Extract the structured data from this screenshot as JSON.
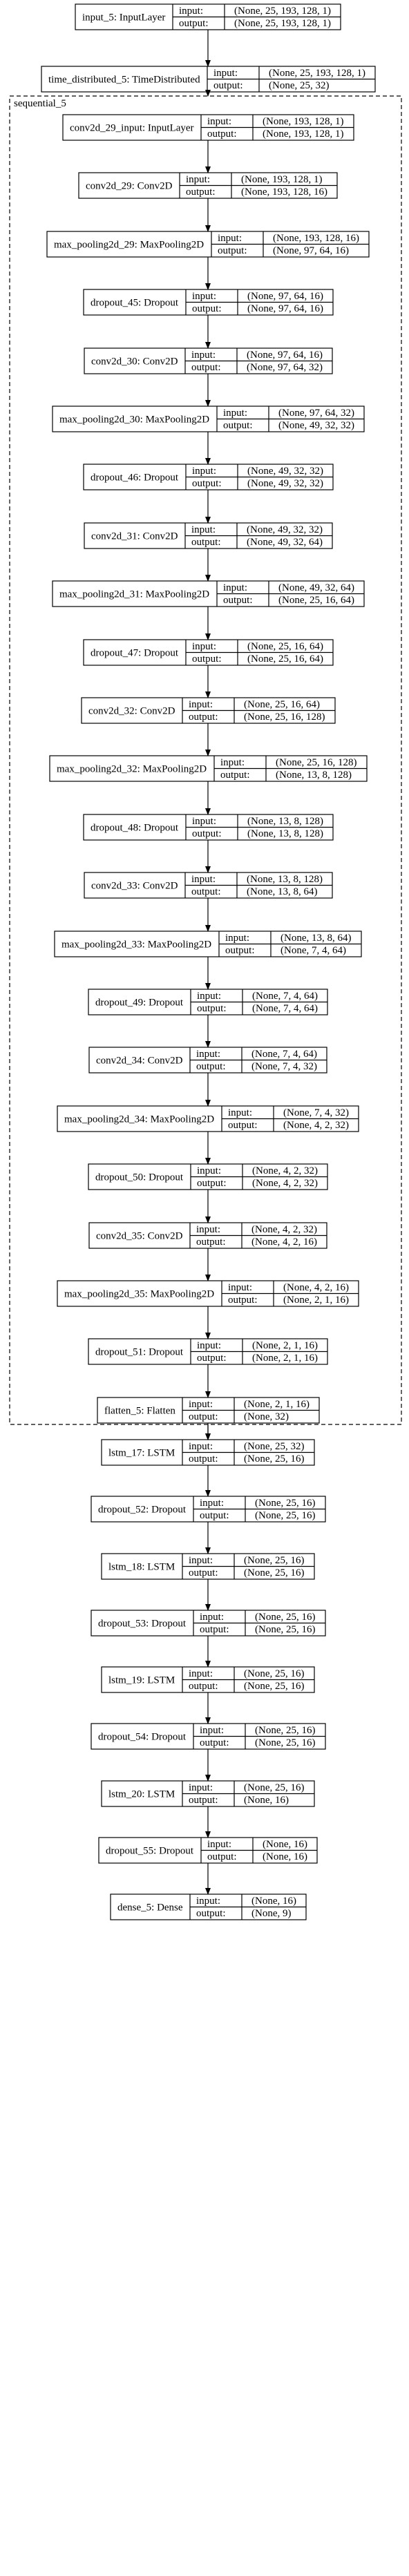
{
  "diagram": {
    "cluster_label": "sequential_5",
    "port_input_label": "input:",
    "port_output_label": "output:",
    "outer_before": [
      {
        "name": "input_5: InputLayer",
        "input": "(None, 25, 193, 128, 1)",
        "output": "(None, 25, 193, 128, 1)"
      },
      {
        "name": "time_distributed_5: TimeDistributed",
        "input": "(None, 25, 193, 128, 1)",
        "output": "(None, 25, 32)"
      }
    ],
    "inner": [
      {
        "name": "conv2d_29_input: InputLayer",
        "input": "(None, 193, 128, 1)",
        "output": "(None, 193, 128, 1)"
      },
      {
        "name": "conv2d_29: Conv2D",
        "input": "(None, 193, 128, 1)",
        "output": "(None, 193, 128, 16)"
      },
      {
        "name": "max_pooling2d_29: MaxPooling2D",
        "input": "(None, 193, 128, 16)",
        "output": "(None, 97, 64, 16)"
      },
      {
        "name": "dropout_45: Dropout",
        "input": "(None, 97, 64, 16)",
        "output": "(None, 97, 64, 16)"
      },
      {
        "name": "conv2d_30: Conv2D",
        "input": "(None, 97, 64, 16)",
        "output": "(None, 97, 64, 32)"
      },
      {
        "name": "max_pooling2d_30: MaxPooling2D",
        "input": "(None, 97, 64, 32)",
        "output": "(None, 49, 32, 32)"
      },
      {
        "name": "dropout_46: Dropout",
        "input": "(None, 49, 32, 32)",
        "output": "(None, 49, 32, 32)"
      },
      {
        "name": "conv2d_31: Conv2D",
        "input": "(None, 49, 32, 32)",
        "output": "(None, 49, 32, 64)"
      },
      {
        "name": "max_pooling2d_31: MaxPooling2D",
        "input": "(None, 49, 32, 64)",
        "output": "(None, 25, 16, 64)"
      },
      {
        "name": "dropout_47: Dropout",
        "input": "(None, 25, 16, 64)",
        "output": "(None, 25, 16, 64)"
      },
      {
        "name": "conv2d_32: Conv2D",
        "input": "(None, 25, 16, 64)",
        "output": "(None, 25, 16, 128)"
      },
      {
        "name": "max_pooling2d_32: MaxPooling2D",
        "input": "(None, 25, 16, 128)",
        "output": "(None, 13, 8, 128)"
      },
      {
        "name": "dropout_48: Dropout",
        "input": "(None, 13, 8, 128)",
        "output": "(None, 13, 8, 128)"
      },
      {
        "name": "conv2d_33: Conv2D",
        "input": "(None, 13, 8, 128)",
        "output": "(None, 13, 8, 64)"
      },
      {
        "name": "max_pooling2d_33: MaxPooling2D",
        "input": "(None, 13, 8, 64)",
        "output": "(None, 7, 4, 64)"
      },
      {
        "name": "dropout_49: Dropout",
        "input": "(None, 7, 4, 64)",
        "output": "(None, 7, 4, 64)"
      },
      {
        "name": "conv2d_34: Conv2D",
        "input": "(None, 7, 4, 64)",
        "output": "(None, 7, 4, 32)"
      },
      {
        "name": "max_pooling2d_34: MaxPooling2D",
        "input": "(None, 7, 4, 32)",
        "output": "(None, 4, 2, 32)"
      },
      {
        "name": "dropout_50: Dropout",
        "input": "(None, 4, 2, 32)",
        "output": "(None, 4, 2, 32)"
      },
      {
        "name": "conv2d_35: Conv2D",
        "input": "(None, 4, 2, 32)",
        "output": "(None, 4, 2, 16)"
      },
      {
        "name": "max_pooling2d_35: MaxPooling2D",
        "input": "(None, 4, 2, 16)",
        "output": "(None, 2, 1, 16)"
      },
      {
        "name": "dropout_51: Dropout",
        "input": "(None, 2, 1, 16)",
        "output": "(None, 2, 1, 16)"
      },
      {
        "name": "flatten_5: Flatten",
        "input": "(None, 2, 1, 16)",
        "output": "(None, 32)"
      }
    ],
    "outer_after": [
      {
        "name": "lstm_17: LSTM",
        "input": "(None, 25, 32)",
        "output": "(None, 25, 16)"
      },
      {
        "name": "dropout_52: Dropout",
        "input": "(None, 25, 16)",
        "output": "(None, 25, 16)"
      },
      {
        "name": "lstm_18: LSTM",
        "input": "(None, 25, 16)",
        "output": "(None, 25, 16)"
      },
      {
        "name": "dropout_53: Dropout",
        "input": "(None, 25, 16)",
        "output": "(None, 25, 16)"
      },
      {
        "name": "lstm_19: LSTM",
        "input": "(None, 25, 16)",
        "output": "(None, 25, 16)"
      },
      {
        "name": "dropout_54: Dropout",
        "input": "(None, 25, 16)",
        "output": "(None, 25, 16)"
      },
      {
        "name": "lstm_20: LSTM",
        "input": "(None, 25, 16)",
        "output": "(None, 16)"
      },
      {
        "name": "dropout_55: Dropout",
        "input": "(None, 16)",
        "output": "(None, 16)"
      },
      {
        "name": "dense_5: Dense",
        "input": "(None, 16)",
        "output": "(None, 9)"
      }
    ]
  }
}
